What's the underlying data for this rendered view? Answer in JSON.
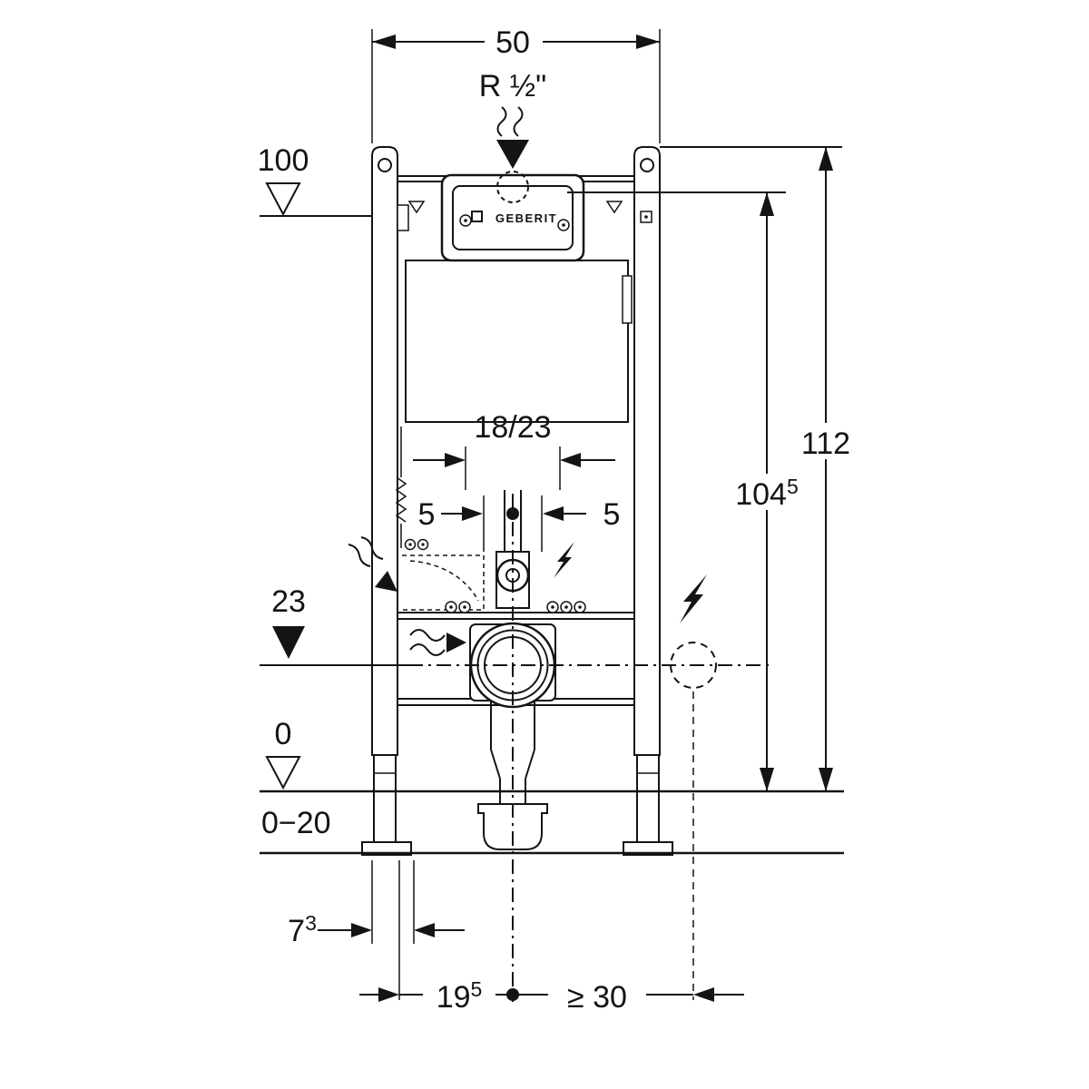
{
  "diagram": {
    "brand": "GEBERIT",
    "dims": {
      "frame_width": "50",
      "water_supply": "R ½\"",
      "level_top": "100",
      "height_total": "112",
      "height_actuation": {
        "base": "104",
        "sup": "5"
      },
      "depth_range": "18/23",
      "offset_left": "5",
      "offset_right": "5",
      "level_outlet": "23",
      "level_floor": "0",
      "floor_range": "0−20",
      "front_depth": {
        "base": "7",
        "sup": "3"
      },
      "outlet_center": {
        "base": "19",
        "sup": "5"
      },
      "side_clearance": "≥ 30"
    }
  }
}
